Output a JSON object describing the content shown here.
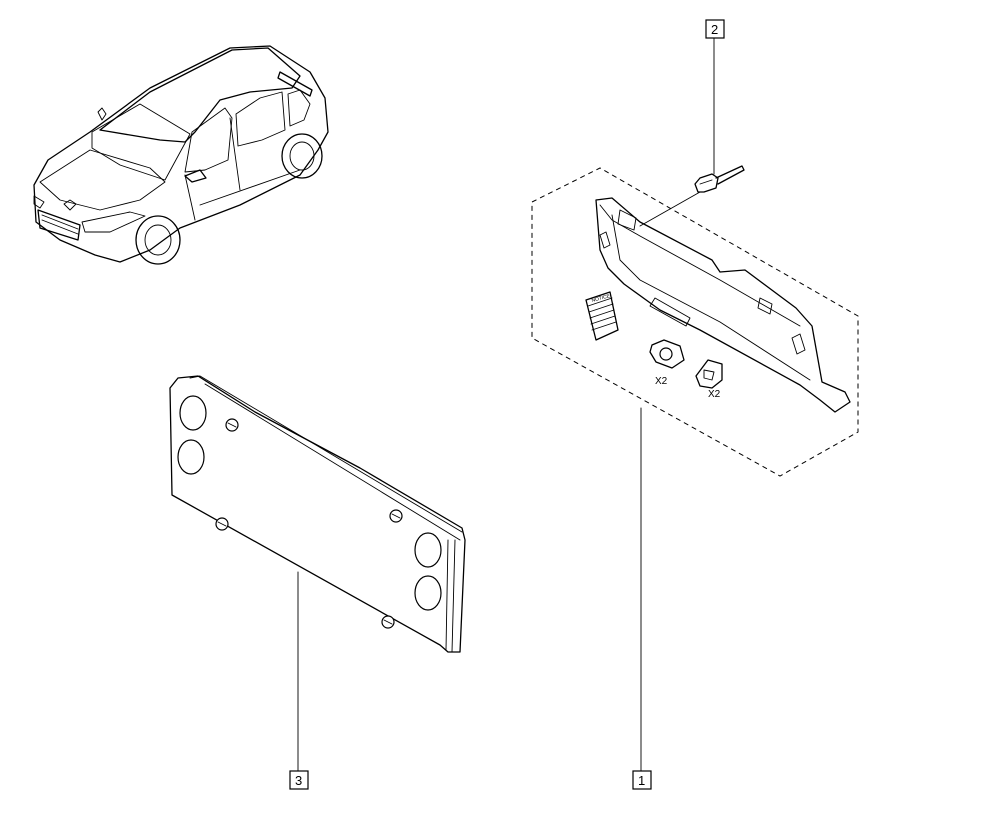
{
  "callouts": {
    "c1": "1",
    "c2": "2",
    "c3": "3"
  },
  "quantities": {
    "clip_qty": "X2",
    "nut_qty": "X2"
  },
  "notice_text": "NOTICE"
}
